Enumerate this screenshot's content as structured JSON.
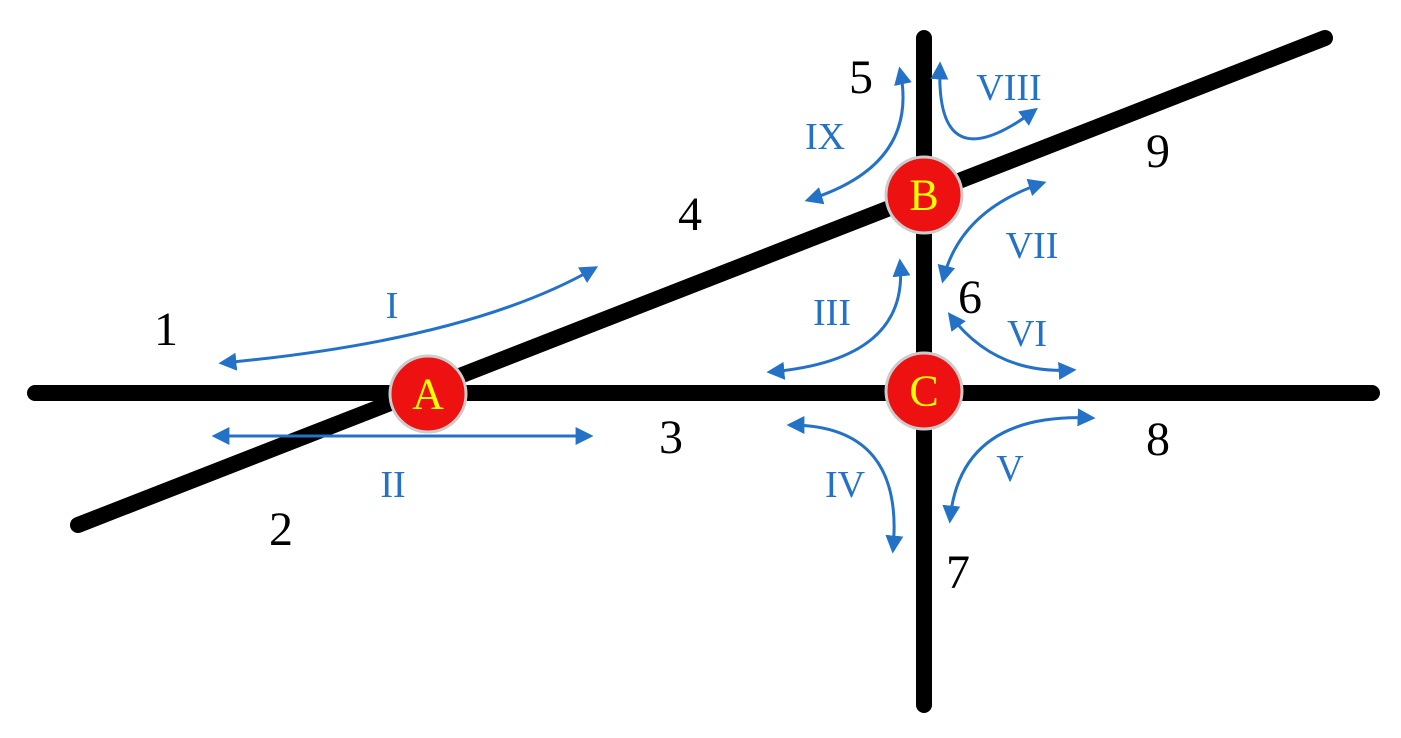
{
  "colors": {
    "road": "#000000",
    "arrow": "#2472c8",
    "node_fill": "#ee1111",
    "node_text": "#ffff00"
  },
  "nodes": [
    {
      "id": "A",
      "label": "A"
    },
    {
      "id": "B",
      "label": "B"
    },
    {
      "id": "C",
      "label": "C"
    }
  ],
  "segment_labels": [
    "1",
    "2",
    "3",
    "4",
    "5",
    "6",
    "7",
    "8",
    "9"
  ],
  "route_labels": [
    "I",
    "II",
    "III",
    "IV",
    "V",
    "VI",
    "VII",
    "VIII",
    "IX"
  ]
}
